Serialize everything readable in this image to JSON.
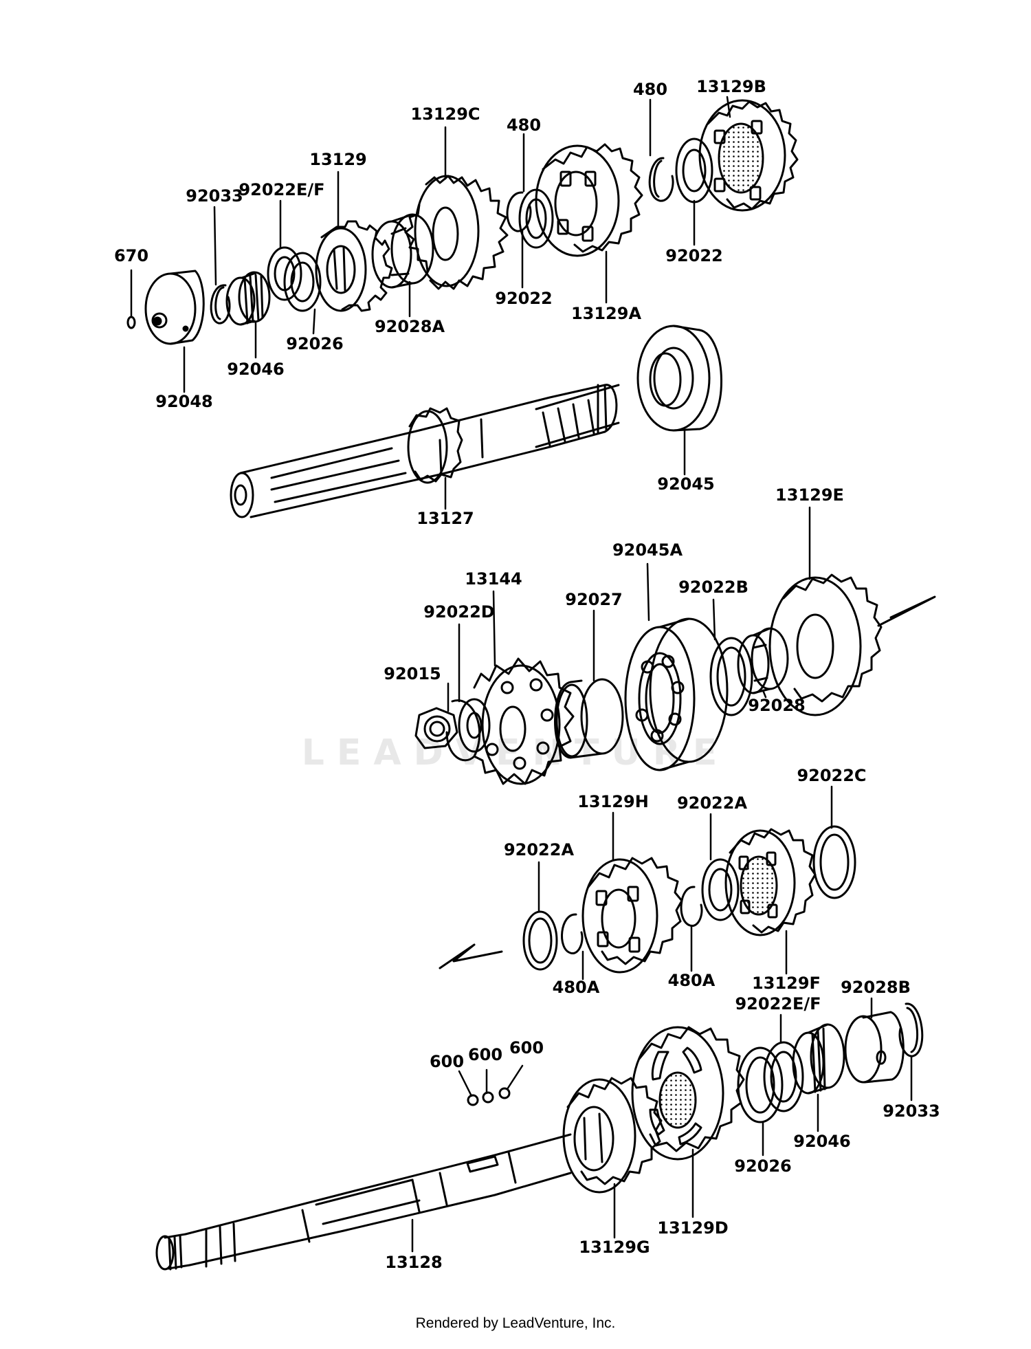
{
  "watermark": "LEADVENTURE",
  "footer": "Rendered by LeadVenture, Inc.",
  "parts": [
    "670",
    "92033",
    "92022E/F",
    "13129",
    "13129C",
    "480",
    "480",
    "13129B",
    "92048",
    "92046",
    "92026",
    "92028A",
    "92022",
    "13129A",
    "92022",
    "92045",
    "13127",
    "13144",
    "92045A",
    "92022B",
    "13129E",
    "92022D",
    "92027",
    "92015",
    "92028",
    "13129H",
    "92022A",
    "92022C",
    "92022A",
    "480A",
    "480A",
    "13129F",
    "92022E/F",
    "92028B",
    "600",
    "600",
    "600",
    "92026",
    "92046",
    "92033",
    "13129G",
    "13129D",
    "13128"
  ]
}
